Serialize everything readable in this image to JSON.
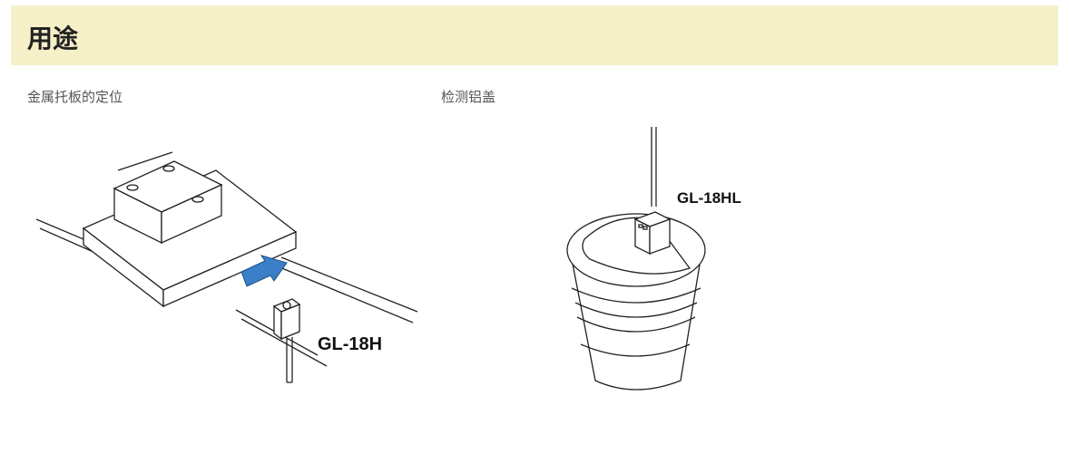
{
  "section": {
    "title": "用途"
  },
  "applications": [
    {
      "caption": "金属托板的定位",
      "model": "GL-18H",
      "arrow_color": "#3b7fc8"
    },
    {
      "caption": "检测铝盖",
      "model": "GL-18HL"
    }
  ],
  "colors": {
    "header_bg": "#f6f0c8",
    "line": "#222222"
  }
}
